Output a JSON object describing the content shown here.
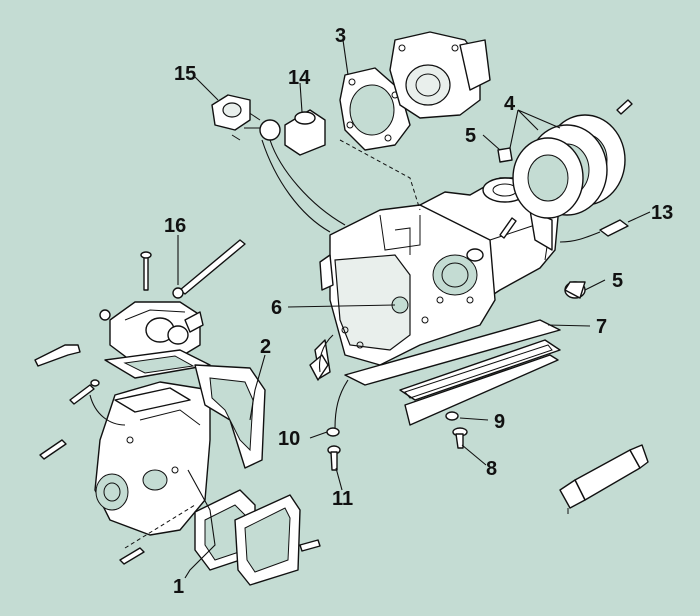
{
  "background_color": "#c4dcd3",
  "line_color": "#111111",
  "part_fill": "#ffffff",
  "callouts": [
    {
      "id": "c1",
      "label": "1"
    },
    {
      "id": "c2",
      "label": "2"
    },
    {
      "id": "c3",
      "label": "3"
    },
    {
      "id": "c4",
      "label": "4"
    },
    {
      "id": "c5a",
      "label": "5"
    },
    {
      "id": "c5b",
      "label": "5"
    },
    {
      "id": "c6",
      "label": "6"
    },
    {
      "id": "c7",
      "label": "7"
    },
    {
      "id": "c8",
      "label": "8"
    },
    {
      "id": "c9",
      "label": "9"
    },
    {
      "id": "c10",
      "label": "10"
    },
    {
      "id": "c11",
      "label": "11"
    },
    {
      "id": "c13",
      "label": "13"
    },
    {
      "id": "c14",
      "label": "14"
    },
    {
      "id": "c15",
      "label": "15"
    },
    {
      "id": "c16",
      "label": "16"
    }
  ]
}
